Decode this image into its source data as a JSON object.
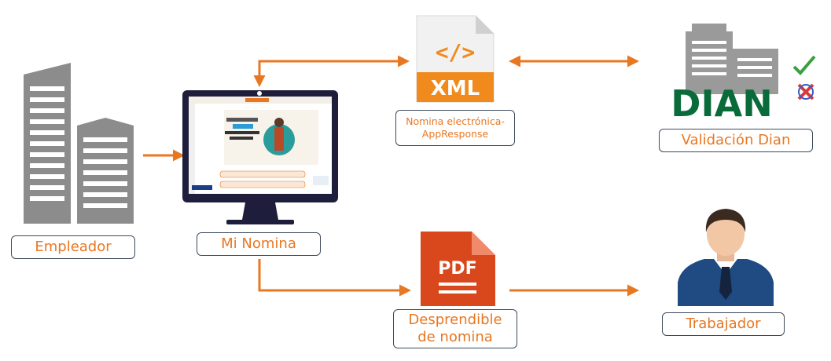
{
  "nodes": {
    "employer": {
      "label": "Empleador"
    },
    "mi_nomina": {
      "label": "Mi Nomina"
    },
    "xml": {
      "label": "Nomina electrónica-AppResponse",
      "label_line1": "Nomina electrónica-",
      "label_line2": "AppResponse",
      "icon_text": "XML"
    },
    "dian": {
      "label": "Validación Dian",
      "logo_text": "DIAN"
    },
    "pdf": {
      "label": "Desprendible de nomina",
      "label_line1": "Desprendible",
      "label_line2": "de nomina",
      "icon_text": "PDF"
    },
    "worker": {
      "label": "Trabajador"
    }
  },
  "colors": {
    "arrow": "#e87722",
    "label_text": "#e87722",
    "building": "#8c8c8c",
    "dian_green": "#0a6b3a",
    "pdf_red": "#d9481c",
    "xml_orange": "#f08a1c",
    "monitor": "#1e1e3c"
  }
}
